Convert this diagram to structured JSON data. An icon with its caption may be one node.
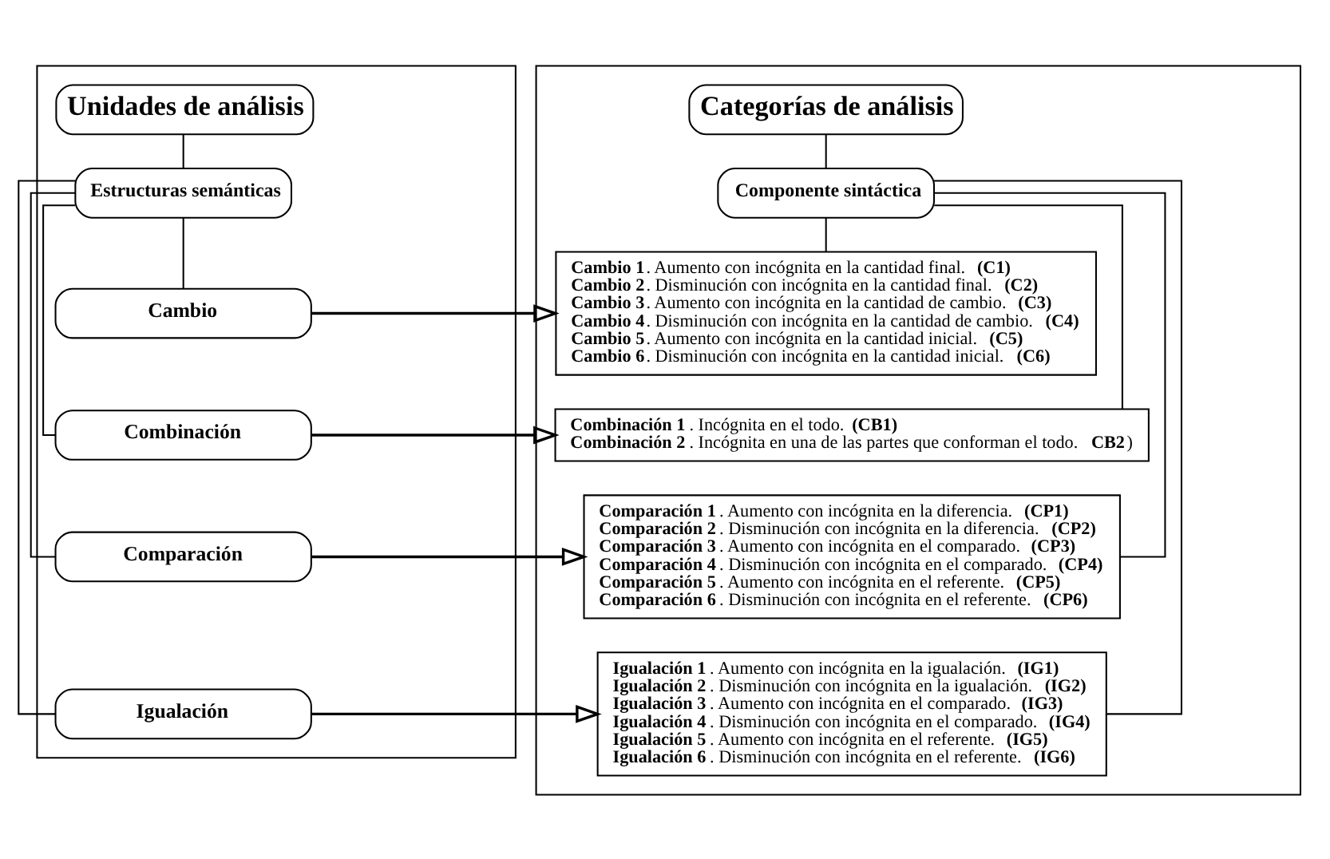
{
  "diagram": {
    "nodes": [
      {
        "text": [],
        "shape": "box"
      },
      {
        "text": [
          "Unidades de análisis"
        ],
        "in": 0
      },
      {
        "text": [
          "Estructuras semánticas"
        ],
        "in": 0
      },
      {
        "text": [
          "Cambio"
        ],
        "in": 0
      },
      {
        "text": [
          "Combinación"
        ],
        "in": 0
      },
      {
        "text": [
          "Comparación"
        ],
        "in": 0
      },
      {
        "text": [
          "Igualación"
        ],
        "in": 0
      },
      {
        "text": [],
        "shape": "box"
      },
      {
        "text": [
          "Categorías de análisis"
        ],
        "in": 7
      },
      {
        "text": [
          "Componente sintáctica"
        ],
        "in": 7
      },
      {
        "text": [
          "**Cambio 1**. Aumento con incógnita en la cantidad final. **(C1)**",
          "**Cambio 2**. Disminución con incógnita en la cantidad final. **(C2)**",
          "**Cambio 3**. Aumento con incógnita en la cantidad de cambio. **(C3)**",
          "**Cambio 4**. Disminución con incógnita en la cantidad de cambio. **(C4)**",
          "**Cambio 5**. Aumento con incógnita en la cantidad inicial. **(C5)**",
          "**Cambio 6**. Disminución con incógnita en la cantidad inicial. **(C6)**"
        ],
        "in": 7
      },
      {
        "text": [
          "**Combinación 1**. Incógnita en el todo. **(CB1)**",
          "**Combinación 2**. Incógnita en una de las partes que conforman el todo. **CB2**)"
        ],
        "in": 7
      },
      {
        "text": [
          "**Comparación 1**. Aumento con incógnita en la diferencia. **(CP1)**",
          "**Comparación 2**. Disminución con incógnita en la diferencia. **(CP2)**",
          "**Comparación 3**. Aumento con incógnita en el comparado. **(CP3)**",
          "**Comparación 4**. Disminución con incógnita en el comparado. **(CP4)**",
          "**Comparación 5**. Aumento con incógnita en el referente. **(CP5)**",
          "**Comparación 6**. Disminución con incógnita en el referente. **(CP6)**"
        ],
        "in": 7
      },
      {
        "text": [
          "**Igualación 1**. Aumento con incógnita en la igualación. **(IG1)**",
          "**Igualación 2**. Disminución con incógnita en la igualación. **(IG2)**",
          "**Igualación 3**. Aumento con incógnita en el comparado. **(IG3)**",
          "**Igualación 4**. Disminución con incógnita en el comparado. **(IG4)**",
          "**Igualación 5**. Aumento con incógnita en el referente. **(IG5)**",
          "**Igualación 6**. Disminución con incógnita en el referente. **(IG6)**"
        ],
        "in": 7
      }
    ],
    "edges": [
      {
        "from": 1,
        "to": 2,
        "arrow": "none"
      },
      {
        "from": 2,
        "to": 3,
        "arrow": "none"
      },
      {
        "from": 2,
        "to": 4,
        "arrow": "none"
      },
      {
        "from": 2,
        "to": 5,
        "arrow": "none"
      },
      {
        "from": 2,
        "to": 6,
        "arrow": "none"
      },
      {
        "from": 3,
        "to": 10,
        "arrow": "to"
      },
      {
        "from": 4,
        "to": 11,
        "arrow": "to"
      },
      {
        "from": 5,
        "to": 12,
        "arrow": "to"
      },
      {
        "from": 6,
        "to": 13,
        "arrow": "to"
      },
      {
        "from": 8,
        "to": 9,
        "arrow": "none"
      },
      {
        "from": 9,
        "to": 10,
        "arrow": "none"
      },
      {
        "from": 9,
        "to": 11,
        "arrow": "none"
      },
      {
        "from": 9,
        "to": 12,
        "arrow": "none"
      },
      {
        "from": 9,
        "to": 13,
        "arrow": "none"
      }
    ]
  }
}
